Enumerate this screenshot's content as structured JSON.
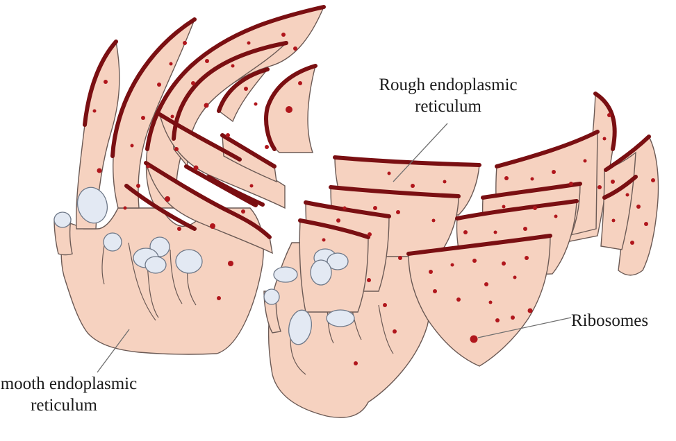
{
  "labels": {
    "rough_er": {
      "line1": "Rough endoplasmic",
      "line2": "reticulum"
    },
    "smooth_er": {
      "line1": "Smooth endoplasmic",
      "line2": "reticulum"
    },
    "ribosomes": "Ribosomes"
  },
  "colors": {
    "membrane_fill": "#f6d2c0",
    "membrane_outline": "#6b5a55",
    "rough_edge": "#7a0f12",
    "ribosome": "#b0161c",
    "vesicle_fill": "#e3e9f3",
    "vesicle_outline": "#6e7888",
    "leader_line": "#6f6f6f"
  }
}
